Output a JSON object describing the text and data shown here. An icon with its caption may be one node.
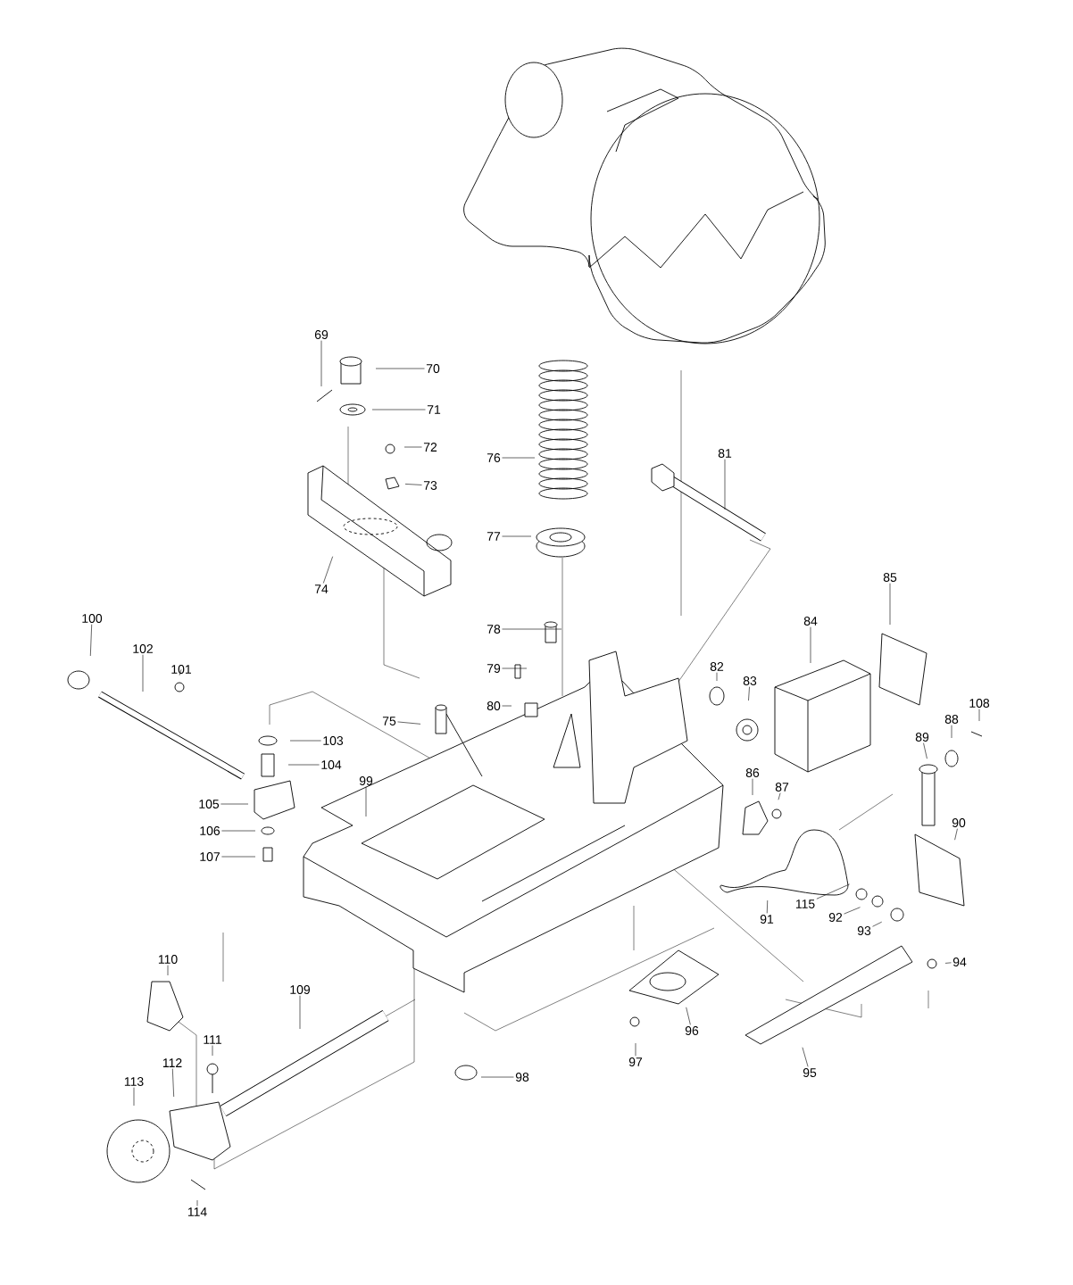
{
  "diagram": {
    "nodes": [
      {
        "text": [
          "69"
        ]
      },
      {
        "text": [
          "70"
        ]
      },
      {
        "text": [
          "71"
        ]
      },
      {
        "text": [
          "72"
        ]
      },
      {
        "text": [
          "73"
        ]
      },
      {
        "text": [
          "76"
        ]
      },
      {
        "text": [
          "81"
        ]
      },
      {
        "text": [
          "77"
        ]
      },
      {
        "text": [
          "74"
        ]
      },
      {
        "text": [
          "85"
        ]
      },
      {
        "text": [
          "84"
        ]
      },
      {
        "text": [
          "100"
        ]
      },
      {
        "text": [
          "78"
        ]
      },
      {
        "text": [
          "102"
        ]
      },
      {
        "text": [
          "79"
        ]
      },
      {
        "text": [
          "82"
        ]
      },
      {
        "text": [
          "101"
        ]
      },
      {
        "text": [
          "83"
        ]
      },
      {
        "text": [
          "80"
        ]
      },
      {
        "text": [
          "75"
        ]
      },
      {
        "text": [
          "108"
        ]
      },
      {
        "text": [
          "88"
        ]
      },
      {
        "text": [
          "103"
        ]
      },
      {
        "text": [
          "89"
        ]
      },
      {
        "text": [
          "104"
        ]
      },
      {
        "text": [
          "86"
        ]
      },
      {
        "text": [
          "87"
        ]
      },
      {
        "text": [
          "99"
        ]
      },
      {
        "text": [
          "105"
        ]
      },
      {
        "text": [
          "106"
        ]
      },
      {
        "text": [
          "107"
        ]
      },
      {
        "text": [
          "90"
        ]
      },
      {
        "text": [
          "115"
        ]
      },
      {
        "text": [
          "92"
        ]
      },
      {
        "text": [
          "91"
        ]
      },
      {
        "text": [
          "93"
        ]
      },
      {
        "text": [
          "94"
        ]
      },
      {
        "text": [
          "110"
        ]
      },
      {
        "text": [
          "109"
        ]
      },
      {
        "text": [
          "96"
        ]
      },
      {
        "text": [
          "111"
        ]
      },
      {
        "text": [
          "97"
        ]
      },
      {
        "text": [
          "112"
        ]
      },
      {
        "text": [
          "95"
        ]
      },
      {
        "text": [
          "98"
        ]
      },
      {
        "text": [
          "113"
        ]
      },
      {
        "text": [
          "114"
        ]
      }
    ],
    "edges": [
      {
        "from": 0,
        "to": null,
        "arrow": "none"
      },
      {
        "from": 1,
        "to": null,
        "arrow": "none"
      },
      {
        "from": 2,
        "to": null,
        "arrow": "none"
      },
      {
        "from": 3,
        "to": null,
        "arrow": "none"
      },
      {
        "from": 4,
        "to": null,
        "arrow": "none"
      },
      {
        "from": 5,
        "to": null,
        "arrow": "none"
      },
      {
        "from": 6,
        "to": null,
        "arrow": "none"
      },
      {
        "from": 7,
        "to": null,
        "arrow": "none"
      },
      {
        "from": 8,
        "to": null,
        "arrow": "none"
      },
      {
        "from": 9,
        "to": null,
        "arrow": "none"
      },
      {
        "from": 10,
        "to": null,
        "arrow": "none"
      },
      {
        "from": 11,
        "to": null,
        "arrow": "none"
      },
      {
        "from": 12,
        "to": null,
        "arrow": "none"
      },
      {
        "from": 13,
        "to": null,
        "arrow": "none"
      },
      {
        "from": 14,
        "to": null,
        "arrow": "none"
      },
      {
        "from": 15,
        "to": null,
        "arrow": "none"
      },
      {
        "from": 16,
        "to": null,
        "arrow": "none"
      },
      {
        "from": 17,
        "to": null,
        "arrow": "none"
      },
      {
        "from": 18,
        "to": null,
        "arrow": "none"
      },
      {
        "from": 19,
        "to": null,
        "arrow": "none"
      },
      {
        "from": 20,
        "to": null,
        "arrow": "none"
      },
      {
        "from": 21,
        "to": null,
        "arrow": "none"
      },
      {
        "from": 22,
        "to": null,
        "arrow": "none"
      },
      {
        "from": 23,
        "to": null,
        "arrow": "none"
      },
      {
        "from": 24,
        "to": null,
        "arrow": "none"
      },
      {
        "from": 25,
        "to": null,
        "arrow": "none"
      },
      {
        "from": 26,
        "to": null,
        "arrow": "none"
      },
      {
        "from": 27,
        "to": null,
        "arrow": "none"
      },
      {
        "from": 28,
        "to": null,
        "arrow": "none"
      },
      {
        "from": 29,
        "to": null,
        "arrow": "none"
      },
      {
        "from": 30,
        "to": null,
        "arrow": "none"
      },
      {
        "from": 31,
        "to": null,
        "arrow": "none"
      },
      {
        "from": 32,
        "to": null,
        "arrow": "none"
      },
      {
        "from": 33,
        "to": null,
        "arrow": "none"
      },
      {
        "from": 34,
        "to": null,
        "arrow": "none"
      },
      {
        "from": 35,
        "to": null,
        "arrow": "none"
      },
      {
        "from": 36,
        "to": null,
        "arrow": "none"
      },
      {
        "from": 37,
        "to": null,
        "arrow": "none"
      },
      {
        "from": 38,
        "to": null,
        "arrow": "none"
      },
      {
        "from": 39,
        "to": null,
        "arrow": "none"
      },
      {
        "from": 40,
        "to": null,
        "arrow": "none"
      },
      {
        "from": 41,
        "to": null,
        "arrow": "none"
      },
      {
        "from": 42,
        "to": null,
        "arrow": "none"
      },
      {
        "from": 43,
        "to": null,
        "arrow": "none"
      },
      {
        "from": 44,
        "to": null,
        "arrow": "none"
      },
      {
        "from": 45,
        "to": null,
        "arrow": "none"
      },
      {
        "from": 46,
        "to": null,
        "arrow": "none"
      }
    ]
  }
}
